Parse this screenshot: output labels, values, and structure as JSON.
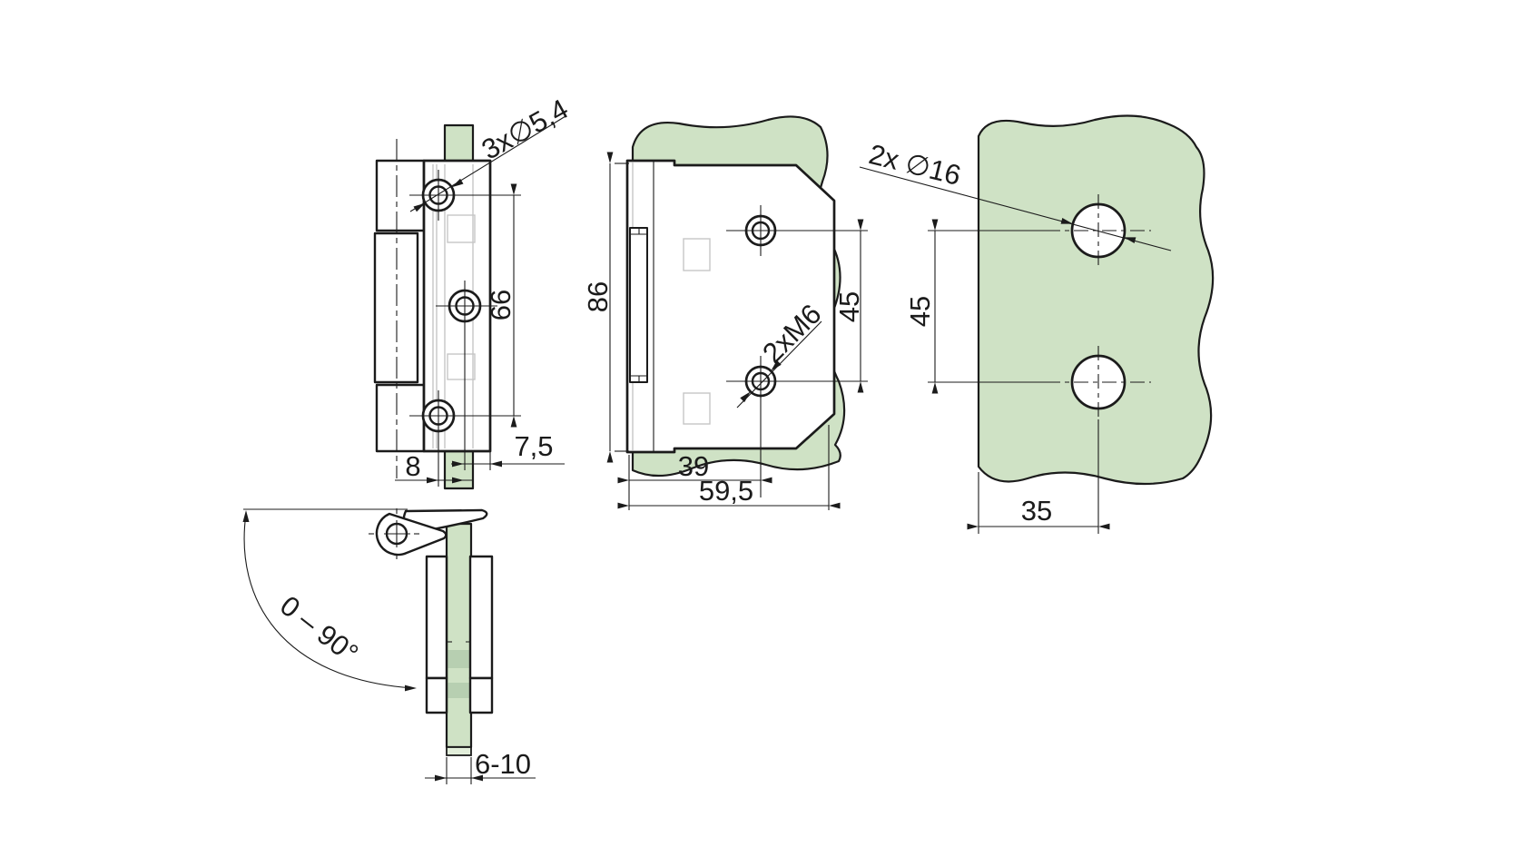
{
  "colors": {
    "panel": "#cfe2c5",
    "panel_shade": "#b7cfb1",
    "panel_light": "#e2eeda",
    "line": "#1b1b1b",
    "hidden": "#c6c6c6"
  },
  "views": {
    "side": {
      "hole_callout": "3x∅5,4",
      "hole_spacing": "66",
      "pivot_offset": "8",
      "face_offset": "7,5"
    },
    "swing": {
      "angle_range": "0 – 90°",
      "door_thickness": "6-10"
    },
    "front": {
      "height": "86",
      "thread_callout": "2xM6",
      "hole_spacing": "45",
      "hole_offset": "39",
      "width": "59,5"
    },
    "cutout": {
      "hole_callout": "2x ∅16",
      "hole_spacing": "45",
      "edge_distance": "35"
    }
  }
}
